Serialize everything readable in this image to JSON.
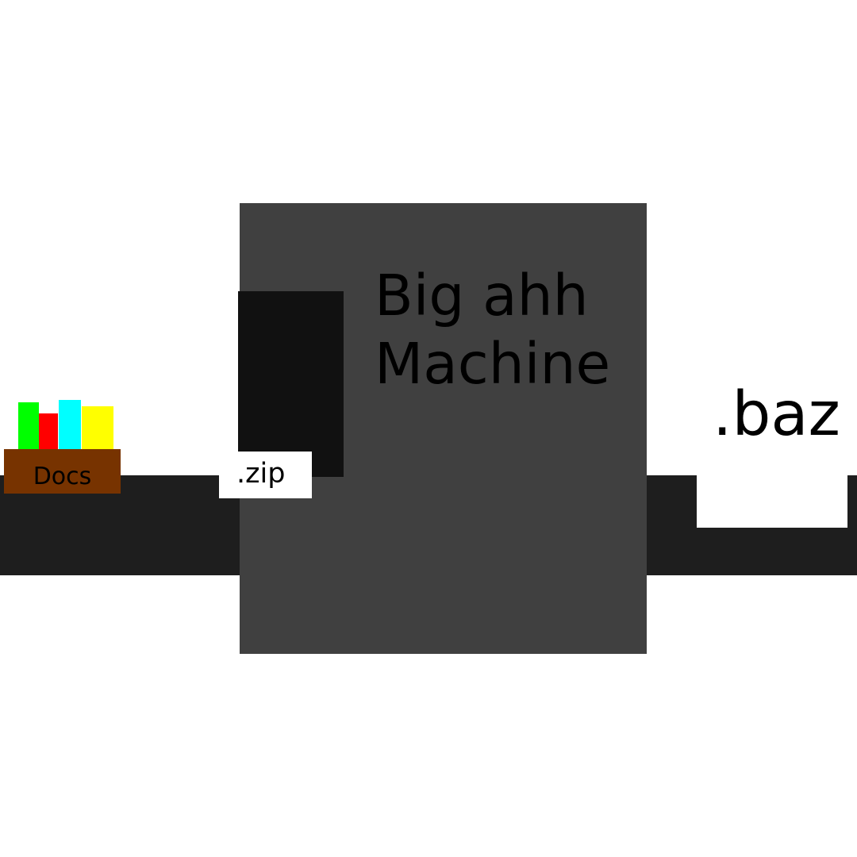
{
  "machine": {
    "label": "Big ahh\nMachine"
  },
  "input": {
    "file_label": ".zip"
  },
  "output": {
    "file_label": ".baz"
  },
  "docs": {
    "label": "Docs",
    "file_colors": [
      "#00ff00",
      "#ff0000",
      "#00ffff",
      "#ffff00"
    ]
  },
  "colors": {
    "machine": "#404040",
    "intake": "#111111",
    "belt": "#1e1e1e",
    "box": "#773300"
  }
}
